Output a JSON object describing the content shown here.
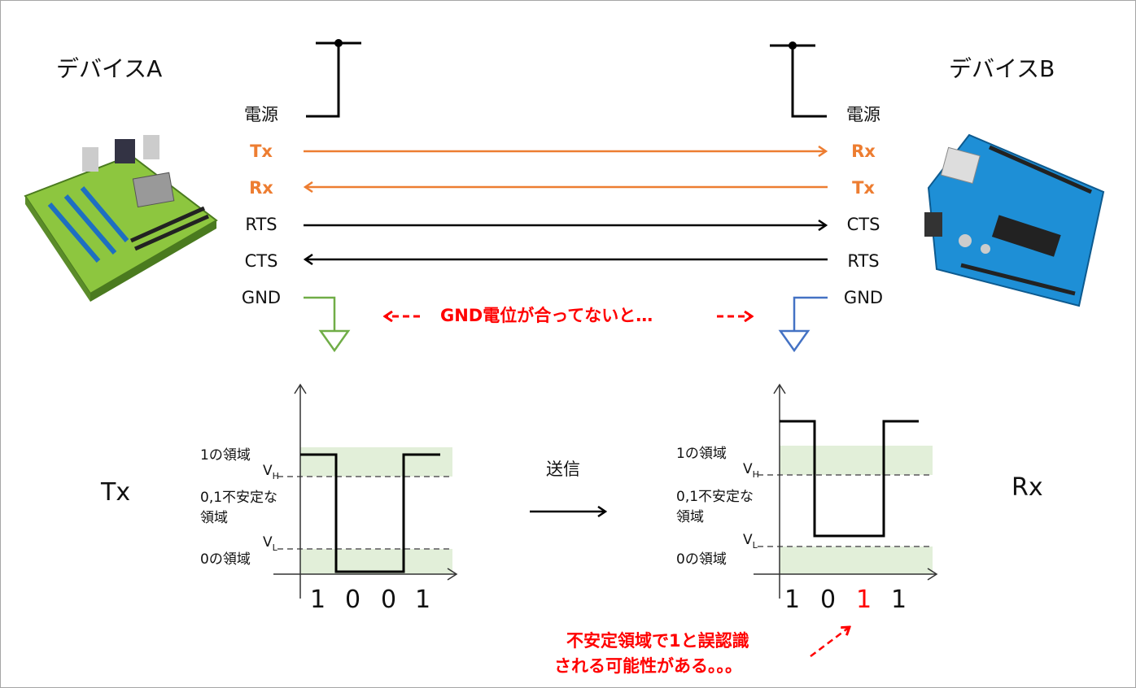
{
  "devices": {
    "a": "デバイスA",
    "b": "デバイスB"
  },
  "left_pins": [
    "電源",
    "Tx",
    "Rx",
    "RTS",
    "CTS",
    "GND"
  ],
  "right_pins": [
    "電源",
    "Rx",
    "Tx",
    "CTS",
    "RTS",
    "GND"
  ],
  "gnd_warning": "GND電位が合ってないと…",
  "colors": {
    "orange": "#ed7d31",
    "red": "#ff0000",
    "gnd_a": "#70ad47",
    "gnd_b": "#4472c4",
    "band": "#e2efd9"
  },
  "tx_chart": {
    "side_label": "Tx",
    "region_1": "1の領域",
    "vh": "V",
    "vh_sub": "H",
    "unstable_1": "0,1不安定な",
    "unstable_2": "領域",
    "vl": "V",
    "vl_sub": "L",
    "region_0": "0の領域",
    "bits": [
      "1",
      "0",
      "0",
      "1"
    ]
  },
  "send": {
    "label": "送信"
  },
  "rx_chart": {
    "side_label": "Rx",
    "region_1": "1の領域",
    "vh": "V",
    "vh_sub": "H",
    "unstable_1": "0,1不安定な",
    "unstable_2": "領域",
    "vl": "V",
    "vl_sub": "L",
    "region_0": "0の領域",
    "bits": [
      "1",
      "0",
      "1",
      "1"
    ]
  },
  "note": {
    "line1": "不安定領域で1と誤認識",
    "line2": "される可能性がある。。。"
  }
}
